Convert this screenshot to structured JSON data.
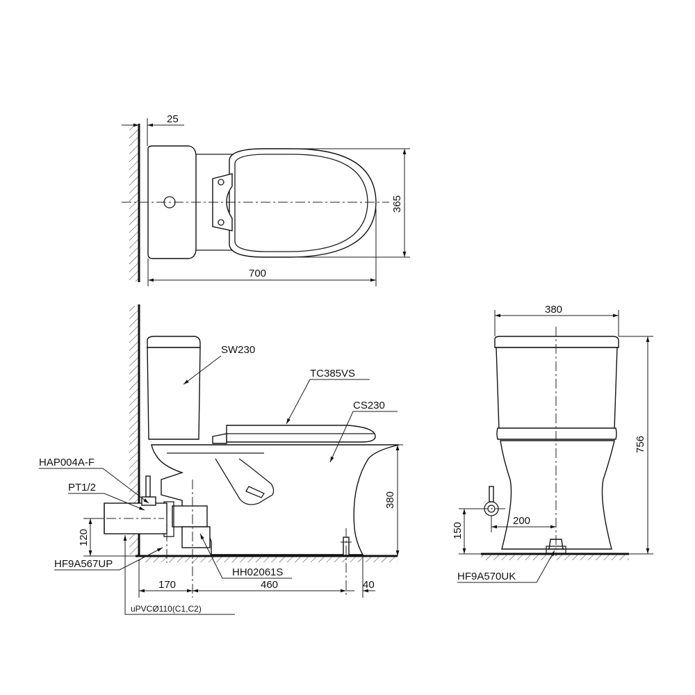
{
  "top_view": {
    "dim_wall_offset": "25",
    "dim_width": "365",
    "dim_length": "700"
  },
  "side_view": {
    "labels": {
      "tank": "SW230",
      "seat": "TC385VS",
      "bowl": "CS230",
      "valve": "HAP004A-F",
      "thread": "PT1/2",
      "flange": "HF9A567UP",
      "pipe": "uPVCØ110(C1,C2)",
      "trap": "HH02061S"
    },
    "dims": {
      "pipe_height": "120",
      "outlet_offset": "170",
      "bolt_offset": "460",
      "front_clearance": "40",
      "bowl_height": "380"
    }
  },
  "front_view": {
    "labels": {
      "fixing": "HF9A570UK"
    },
    "dims": {
      "width": "380",
      "height": "756",
      "supply_height": "150",
      "supply_offset": "200"
    }
  }
}
